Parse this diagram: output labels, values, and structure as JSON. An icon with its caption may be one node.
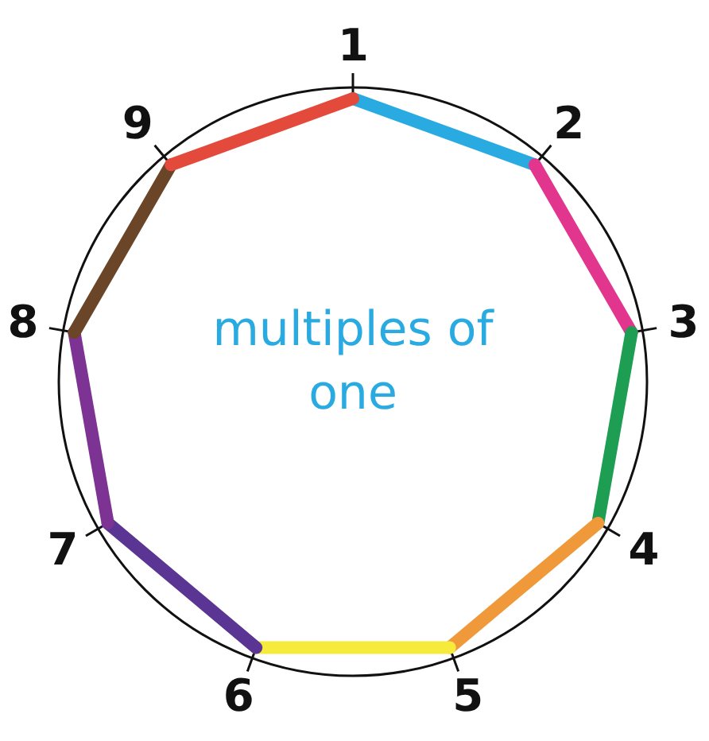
{
  "diagram": {
    "nodes": [
      {
        "text": [
          "1"
        ]
      },
      {
        "text": [
          "2"
        ]
      },
      {
        "text": [
          "3"
        ]
      },
      {
        "text": [
          "4"
        ]
      },
      {
        "text": [
          "5"
        ]
      },
      {
        "text": [
          "6"
        ]
      },
      {
        "text": [
          "7"
        ]
      },
      {
        "text": [
          "8"
        ]
      },
      {
        "text": [
          "9"
        ]
      }
    ],
    "edges": [
      {
        "from": 0,
        "to": 1,
        "arrow": "none",
        "color": "#29abe2"
      },
      {
        "from": 1,
        "to": 2,
        "arrow": "none",
        "color": "#e2358e"
      },
      {
        "from": 2,
        "to": 3,
        "arrow": "none",
        "color": "#1e9e52"
      },
      {
        "from": 3,
        "to": 4,
        "arrow": "none",
        "color": "#f0993a"
      },
      {
        "from": 4,
        "to": 5,
        "arrow": "none",
        "color": "#f6ea3c"
      },
      {
        "from": 5,
        "to": 6,
        "arrow": "none",
        "color": "#5a3593"
      },
      {
        "from": 6,
        "to": 7,
        "arrow": "none",
        "color": "#7c3393"
      },
      {
        "from": 7,
        "to": 8,
        "arrow": "none",
        "color": "#6b4528"
      },
      {
        "from": 8,
        "to": 0,
        "arrow": "none",
        "color": "#e34a3b"
      }
    ],
    "labels": [
      "multiples of one"
    ]
  }
}
